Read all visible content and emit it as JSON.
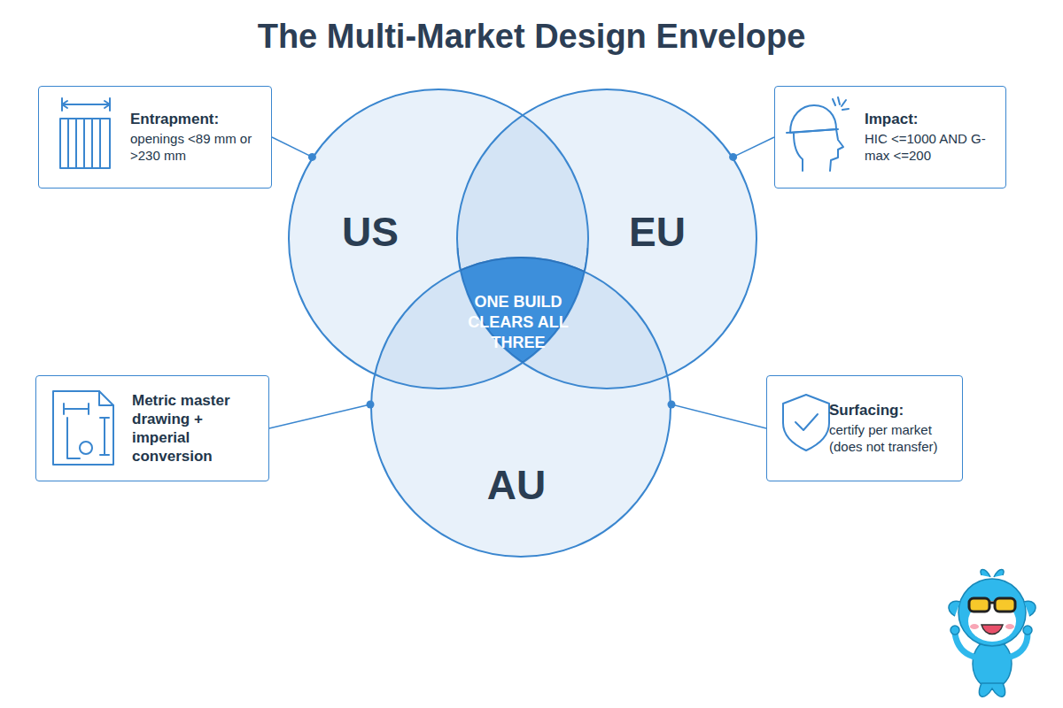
{
  "diagram": {
    "title": "The Multi-Market Design Envelope",
    "nodes": [
      {
        "text": [
          "Entrapment:",
          "openings <89 mm or >230 mm"
        ]
      },
      {
        "text": [
          "US"
        ]
      },
      {
        "text": [
          "EU"
        ]
      },
      {
        "text": [
          "Impact:",
          "HIC <=1000 AND G-max <=200"
        ]
      },
      {
        "text": [
          "ONE BUILD CLEARS ALL THREE"
        ]
      },
      {
        "text": [
          "Metric master drawing + imperial conversion"
        ]
      },
      {
        "text": [
          "AU"
        ]
      },
      {
        "text": [
          "Surfacing:",
          "certify per market (does not transfer)"
        ]
      }
    ],
    "edges": [
      {
        "from": 0,
        "to": 1,
        "arrow": "none"
      },
      {
        "from": 3,
        "to": 2,
        "arrow": "none"
      },
      {
        "from": 5,
        "to": 6,
        "arrow": "none"
      },
      {
        "from": 7,
        "to": 6,
        "arrow": "none"
      }
    ]
  }
}
